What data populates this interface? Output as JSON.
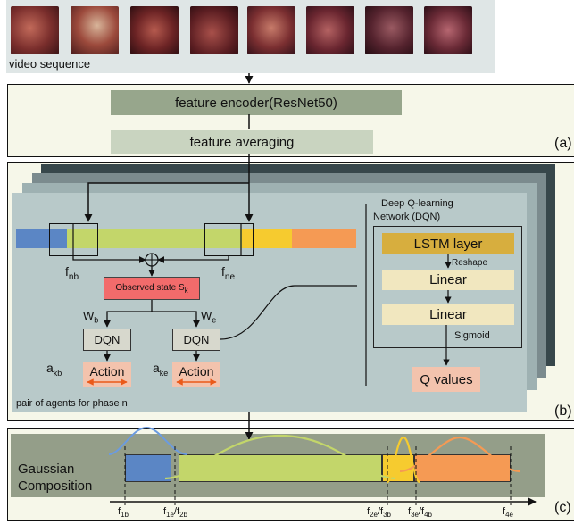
{
  "video": {
    "label": "video sequence",
    "frames": [
      "frame-1",
      "frame-2",
      "frame-3",
      "frame-4",
      "frame-5",
      "frame-6",
      "frame-7",
      "frame-8"
    ]
  },
  "panel_a": {
    "encoder": "feature encoder(ResNet50)",
    "averaging": "feature averaging",
    "tag": "(a)"
  },
  "panel_b": {
    "tag": "(b)",
    "f_nb": "f",
    "f_nb_sub": "nb",
    "f_ne": "f",
    "f_ne_sub": "ne",
    "observed_state": "Observed state S",
    "observed_state_sub": "k",
    "w_b": "W",
    "w_b_sub": "b",
    "w_e": "W",
    "w_e_sub": "e",
    "dqn_left": "DQN",
    "dqn_right": "DQN",
    "a_kb": "a",
    "a_kb_sub": "kb",
    "a_ke": "a",
    "a_ke_sub": "ke",
    "action_left": "Action",
    "action_right": "Action",
    "caption": "pair of agents for phase n",
    "dqn_title_1": "Deep Q-learning",
    "dqn_title_2": "Network (DQN)",
    "lstm": "LSTM layer",
    "reshape": "Reshape",
    "linear_1": "Linear",
    "linear_2": "Linear",
    "sigmoid": "Sigmoid",
    "q_values": "Q values"
  },
  "panel_c": {
    "tag": "(c)",
    "title_1": "Gaussian",
    "title_2": "Composition",
    "ticks": [
      {
        "base": "f",
        "sub": "1b"
      },
      {
        "base": "f",
        "sub": "1e"
      },
      {
        "base": "/f",
        "sub": "2b"
      },
      {
        "base": "f",
        "sub": "2e"
      },
      {
        "base": "/f",
        "sub": "3b"
      },
      {
        "base": "f",
        "sub": "3e"
      },
      {
        "base": "/f",
        "sub": "4b"
      },
      {
        "base": "f",
        "sub": "4e"
      }
    ]
  },
  "colors": {
    "blue": "#5b86c5",
    "green": "#c3d66a",
    "yellow": "#f6cb2f",
    "orange": "#f59a54",
    "encoder": "#97a68c",
    "averaging": "#c9d4c0",
    "panel_bg": "#f6f7e9",
    "agent_bg": "#b8c9c9",
    "observed": "#f26b6b",
    "dqn_box": "#d7d8cd",
    "action": "#f3c3ad",
    "lstm": "#d7ae3e",
    "linear": "#f1e7bf"
  }
}
